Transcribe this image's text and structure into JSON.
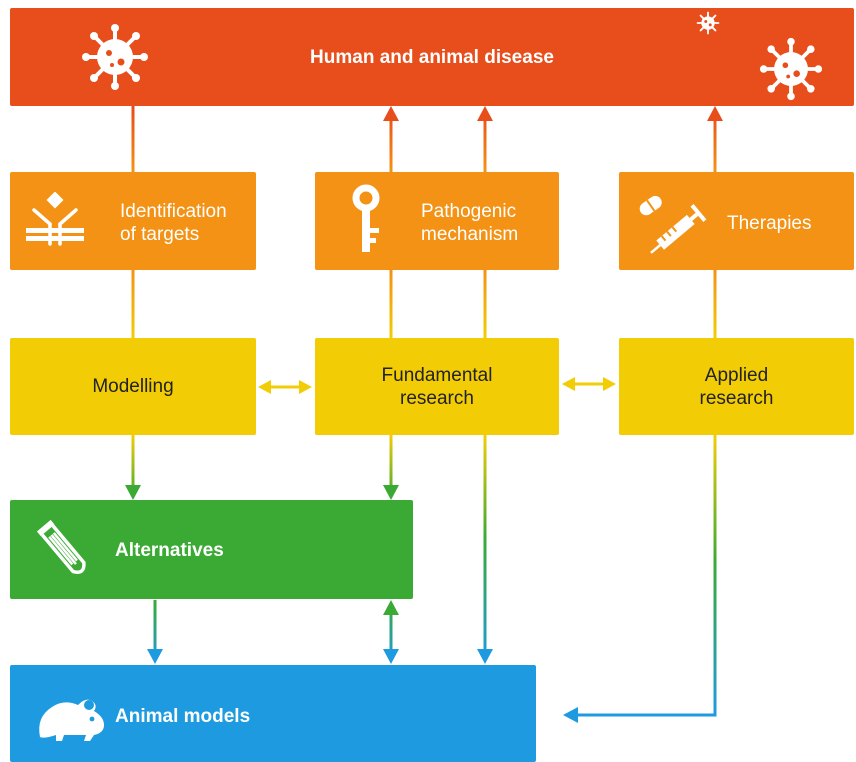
{
  "diagram": {
    "top_bar": {
      "label": "Human and animal disease",
      "color": "#E84E1B"
    },
    "row_orange": {
      "color": "#F39214",
      "boxes": [
        {
          "label_line1": "Identification",
          "label_line2": "of targets",
          "icon": "antibody-receptor-icon"
        },
        {
          "label_line1": "Pathogenic",
          "label_line2": "mechanism",
          "icon": "key-icon"
        },
        {
          "label": "Therapies",
          "icon": "syringe-pill-icon"
        }
      ]
    },
    "row_yellow": {
      "color": "#F2CD06",
      "boxes": [
        {
          "label": "Modelling"
        },
        {
          "label_line1": "Fundamental",
          "label_line2": "research"
        },
        {
          "label_line1": "Applied",
          "label_line2": "research"
        }
      ]
    },
    "alternatives": {
      "label": "Alternatives",
      "color": "#3AAA35",
      "icon": "test-tube-icon"
    },
    "animal_models": {
      "label": "Animal models",
      "color": "#1E9BE0",
      "icon": "mouse-icon"
    },
    "virus_icons": [
      "virus-icon",
      "virus-icon",
      "virus-icon"
    ]
  }
}
